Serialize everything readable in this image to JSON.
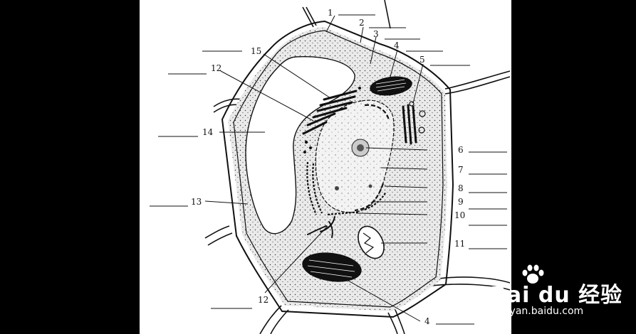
{
  "diagram": {
    "labels": [
      {
        "id": "1",
        "text": "1"
      },
      {
        "id": "2",
        "text": "2"
      },
      {
        "id": "3",
        "text": "3"
      },
      {
        "id": "4a",
        "text": "4"
      },
      {
        "id": "5",
        "text": "5"
      },
      {
        "id": "15",
        "text": "15"
      },
      {
        "id": "12a",
        "text": "12"
      },
      {
        "id": "14",
        "text": "14"
      },
      {
        "id": "13",
        "text": "13"
      },
      {
        "id": "6",
        "text": "6"
      },
      {
        "id": "7",
        "text": "7"
      },
      {
        "id": "8",
        "text": "8"
      },
      {
        "id": "9",
        "text": "9"
      },
      {
        "id": "10",
        "text": "10"
      },
      {
        "id": "11",
        "text": "11"
      },
      {
        "id": "12b",
        "text": "12"
      },
      {
        "id": "4b",
        "text": "4"
      }
    ]
  },
  "watermark": {
    "brand": "Bai du 经验",
    "url": "jingyan.baidu.com"
  }
}
